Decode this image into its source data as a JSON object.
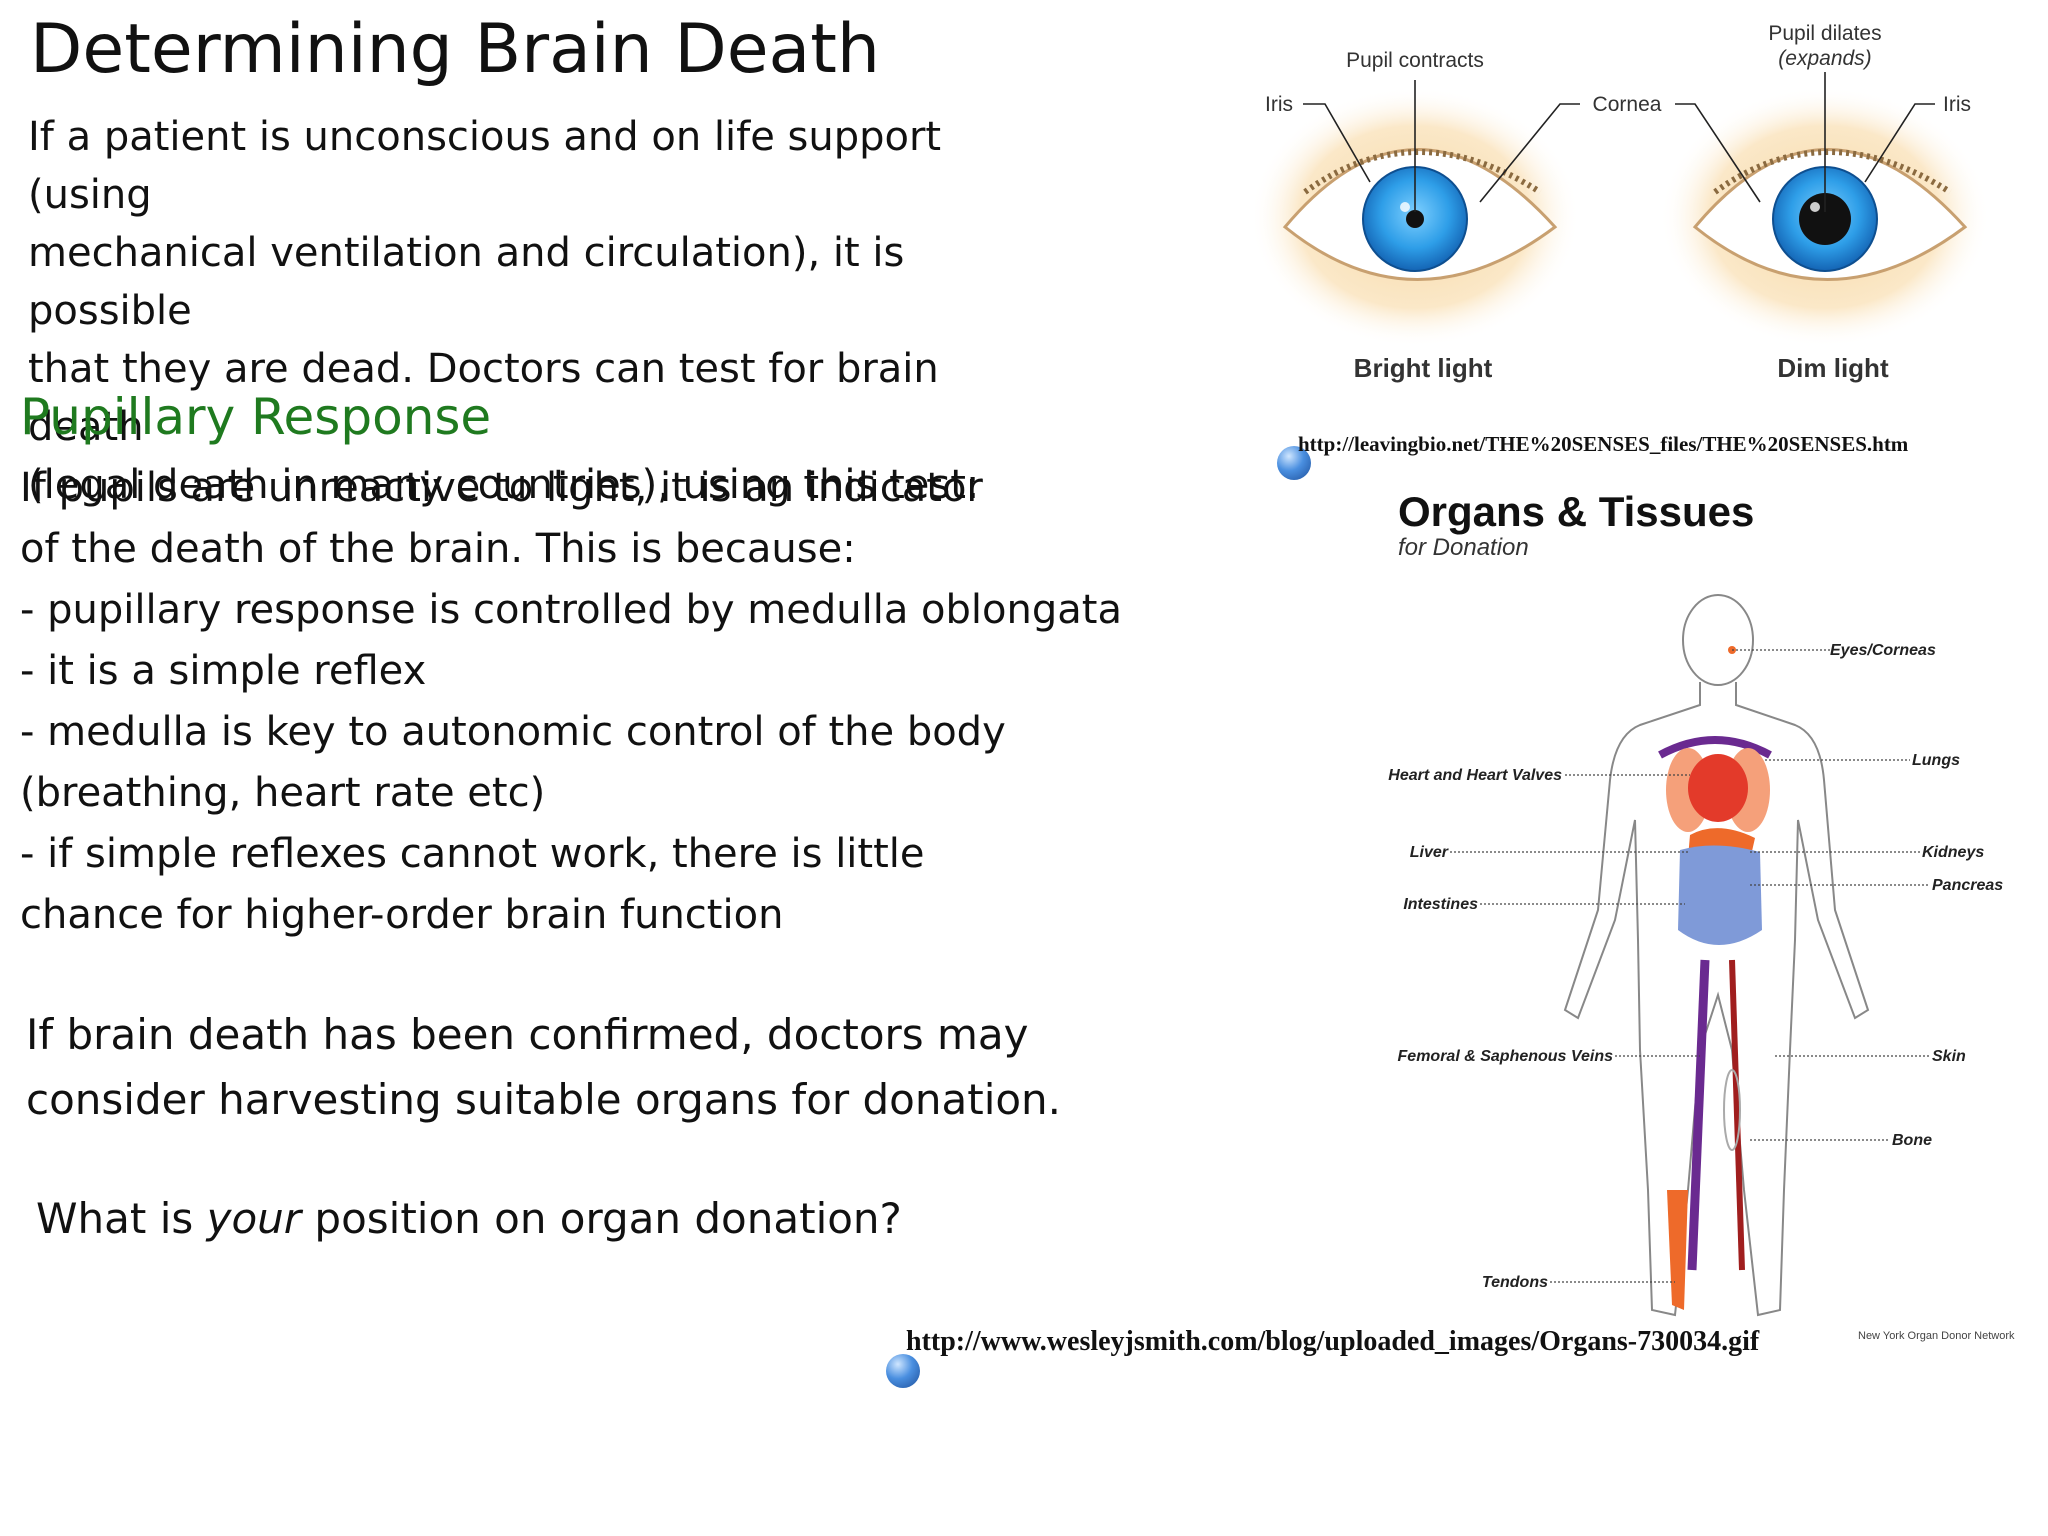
{
  "title": "Determining Brain Death",
  "intro": [
    "If a patient is unconscious and on life support (using",
    "mechanical ventilation and circulation), it is possible",
    "that they are dead. Doctors can test for brain death",
    "(legal death in many countries), using this test:"
  ],
  "subheading": "Pupillary Response",
  "body": [
    "If pupils are unreactive to light, it is an indicator",
    "of the death of the brain. This is because:",
    "- pupillary response is controlled by medulla oblongata",
    "- it is a simple reflex",
    "- medulla is key to autonomic control of the body",
    "(breathing, heart rate etc)",
    "- if simple reflexes cannot work, there is little",
    "chance for higher-order brain function"
  ],
  "outro": [
    "If brain death has been confirmed, doctors may",
    "consider harvesting suitable organs for donation."
  ],
  "question": {
    "before": "What is ",
    "emph": "your",
    "after": " position on organ donation?"
  },
  "eye_diagram": {
    "labels": {
      "iris_left": "Iris",
      "pupil_contracts": "Pupil contracts",
      "cornea": "Cornea",
      "pupil_dilates": "Pupil dilates",
      "expands": "(expands)",
      "iris_right": "Iris",
      "bright_light": "Bright light",
      "dim_light": "Dim light"
    },
    "source_url": "http://leavingbio.net/THE%20SENSES_files/THE%20SENSES.htm"
  },
  "organ_diagram": {
    "title": "Organs & Tissues",
    "subtitle": "for Donation",
    "labels": {
      "eyes": "Eyes/Corneas",
      "lungs": "Lungs",
      "heart": "Heart and Heart Valves",
      "liver": "Liver",
      "kidneys": "Kidneys",
      "pancreas": "Pancreas",
      "intestines": "Intestines",
      "femoral": "Femoral & Saphenous Veins",
      "skin": "Skin",
      "bone": "Bone",
      "tendons": "Tendons"
    },
    "credit": "New York Organ Donor Network",
    "source_url": "http://www.wesleyjsmith.com/blog/uploaded_images/Organs-730034.gif"
  }
}
